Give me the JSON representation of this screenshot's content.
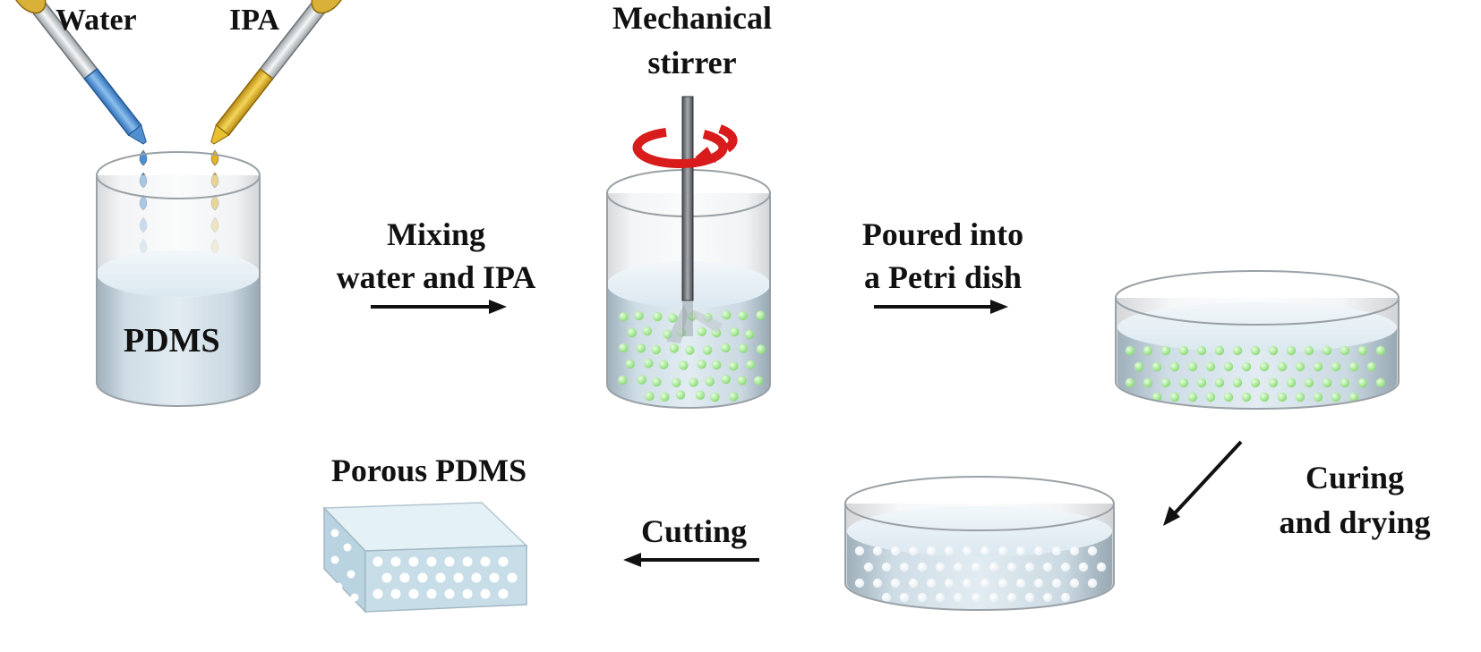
{
  "labels": {
    "water": "Water",
    "ipa": "IPA",
    "pdms": "PDMS",
    "stirrer_line1": "Mechanical",
    "stirrer_line2": "stirrer",
    "mixing_line1": "Mixing",
    "mixing_line2": "water and IPA",
    "poured_line1": "Poured into",
    "poured_line2": "a Petri dish",
    "curing_line1": "Curing",
    "curing_line2": "and drying",
    "cutting": "Cutting",
    "porous": "Porous PDMS"
  },
  "colors": {
    "water": "#4a90d9",
    "ipa": "#e3b520",
    "pdms_liquid": "#d6e6f0",
    "bubble": "#a8e89a",
    "pore": "#ffffff",
    "stirrer_rotation": "#e02020",
    "arrow": "#111111"
  }
}
